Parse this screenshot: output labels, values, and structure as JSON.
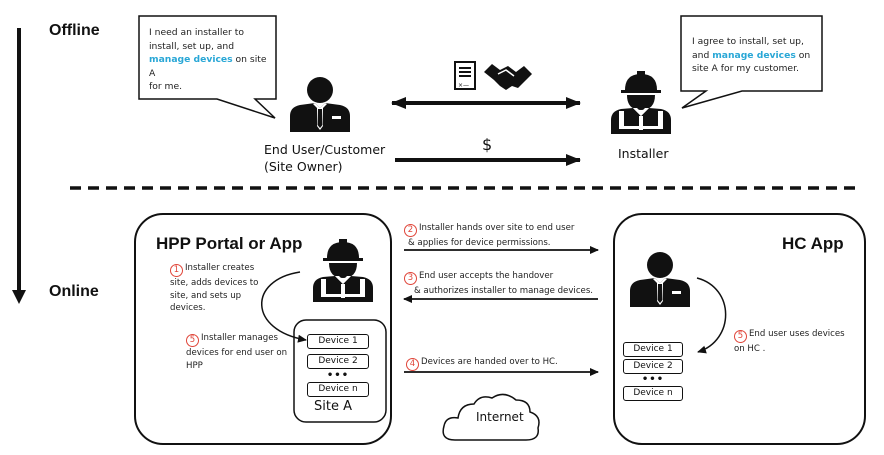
{
  "sections": {
    "offline": "Offline",
    "online": "Online"
  },
  "offline": {
    "customer_bubble": {
      "line1": "I need an installer to",
      "line2": "install, set up, and",
      "highlight": "manage devices",
      "line3_rest": " on site A",
      "line4": "for me."
    },
    "installer_bubble": {
      "line1": "I agree to install, set up,",
      "line2_pre": "and ",
      "highlight": "manage devices",
      "line2_post": " on",
      "line3": "site A for my customer."
    },
    "customer_label_line1": "End User/Customer",
    "customer_label_line2": "(Site Owner)",
    "installer_label": "Installer",
    "payment_label": "$",
    "icons": [
      "contract-icon",
      "handshake-icon"
    ]
  },
  "online": {
    "hpp_panel": {
      "title": "HPP Portal or App",
      "step1": {
        "num": "1",
        "line1": "Installer creates",
        "line2": "site, adds devices to",
        "line3": "site, and sets up",
        "line4": "devices."
      },
      "step5": {
        "num": "5",
        "line1": "Installer manages",
        "line2": "devices for end user on",
        "line3": "HPP"
      },
      "site_label": "Site A",
      "devices": [
        "Device 1",
        "Device 2",
        "Device n"
      ],
      "ellipsis": "•••"
    },
    "hc_panel": {
      "title": "HC App",
      "step5": {
        "num": "5",
        "line1": "End user uses devices",
        "line2": "on HC ."
      },
      "devices": [
        "Device 1",
        "Device 2",
        "Device n"
      ],
      "ellipsis": "•••"
    },
    "step2": {
      "num": "2",
      "line1": "Installer hands over site to end user",
      "line2": "& applies for device permissions."
    },
    "step3": {
      "num": "3",
      "line1": "End user accepts the handover",
      "line2": "& authorizes installer to manage devices."
    },
    "step4": {
      "num": "4",
      "line1": "Devices are handed over to HC."
    },
    "internet_label": "Internet"
  },
  "colors": {
    "highlight": "#29a7d6",
    "step_number": "#e0463a",
    "line": "#111111"
  }
}
